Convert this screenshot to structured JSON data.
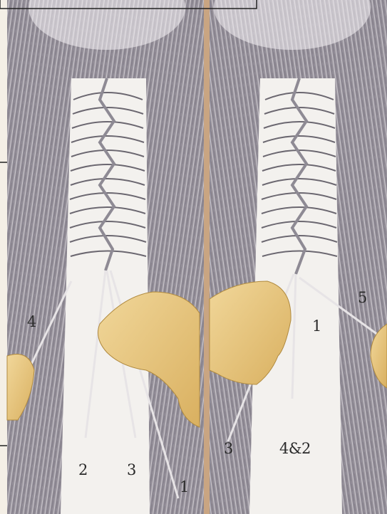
{
  "left_panel": {
    "labels": [
      "4",
      "2",
      "3",
      "1"
    ]
  },
  "right_panel": {
    "labels": [
      "5",
      "1",
      "3",
      "4&2"
    ]
  },
  "colors": {
    "hair": "#8f8a92",
    "braid": "#efefec",
    "skin": "#e6c47a",
    "panel_divider": "#c9a582",
    "text": "#2a2a2a"
  }
}
